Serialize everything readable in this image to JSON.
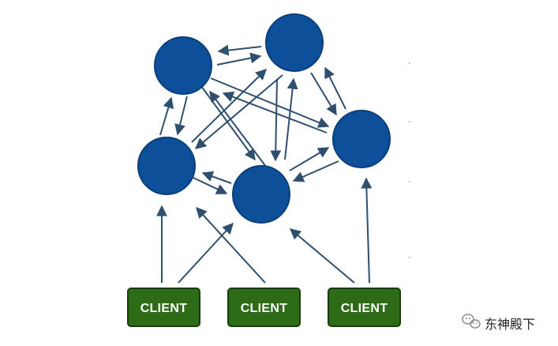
{
  "diagram": {
    "nodes": [
      {
        "id": "n1"
      },
      {
        "id": "n2"
      },
      {
        "id": "n3"
      },
      {
        "id": "n4"
      },
      {
        "id": "n5"
      }
    ],
    "clients": [
      {
        "id": "c1",
        "label": "CLIENT"
      },
      {
        "id": "c2",
        "label": "CLIENT"
      },
      {
        "id": "c3",
        "label": "CLIENT"
      }
    ],
    "colors": {
      "node_fill": "#0d4f98",
      "client_fill": "#2e6b16",
      "arrow": "#2f4f6f"
    }
  },
  "watermark": {
    "text": "东神殿下",
    "icon": "wechat-icon"
  }
}
